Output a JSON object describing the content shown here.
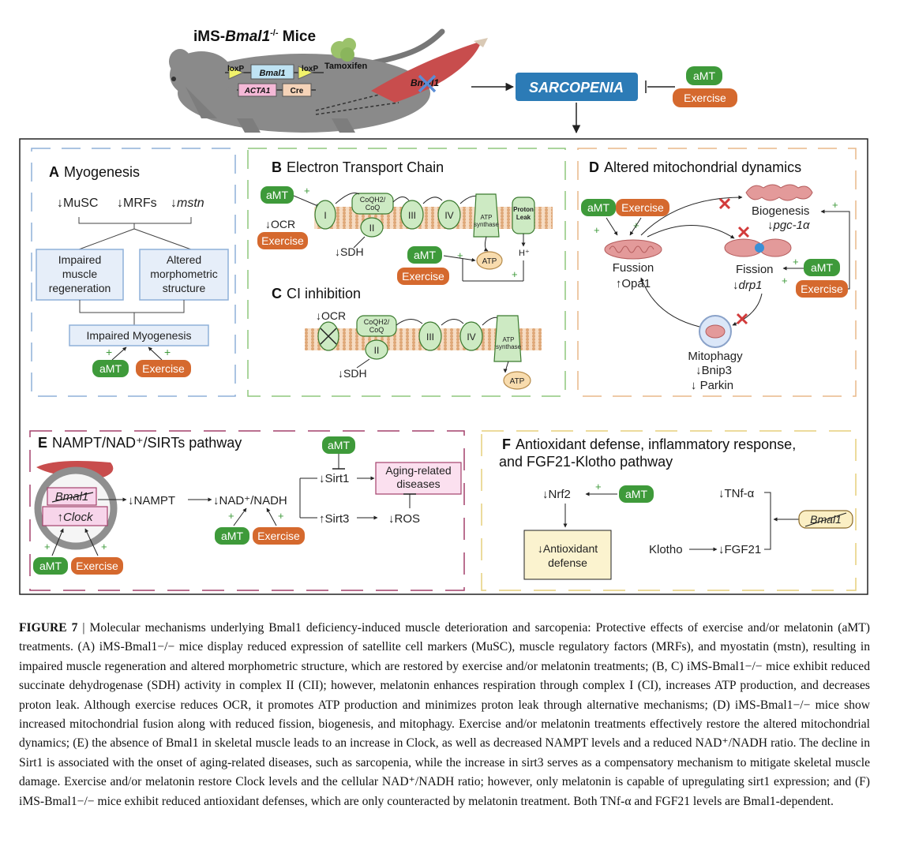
{
  "top": {
    "title_prefix": "iMS-",
    "title_gene": "Bmal1",
    "title_sup": "-/-",
    "title_suffix": " Mice",
    "loxp_left": "loxP",
    "bmal1_label": "Bmal1",
    "loxp_right": "loxP",
    "acta1": "ACTA1",
    "cre": "Cre",
    "tamoxifen": "Tamoxifen",
    "muscle_gene": "Bmal1",
    "sarcopenia": "SARCOPENIA",
    "amt": "aMT",
    "exercise": "Exercise"
  },
  "panelA": {
    "letter": "A",
    "title": "Myogenesis",
    "musc": "↓MuSC",
    "mrfs": "↓MRFs",
    "mstn": "↓mstn",
    "impaired_regen": "Impaired muscle regeneration",
    "impaired_regen_lines": [
      "Impaired",
      "muscle",
      "regeneration"
    ],
    "altered_lines": [
      "Altered",
      "morphometric",
      "structure"
    ],
    "impaired_myo": "Impaired Myogenesis",
    "amt": "aMT",
    "exercise": "Exercise",
    "plus": "+"
  },
  "panelB": {
    "letter": "B",
    "title": "Electron Transport Chain",
    "amt": "aMT",
    "exercise": "Exercise",
    "ocr": "↓OCR",
    "sdh": "↓SDH",
    "c1": "I",
    "c2": "II",
    "c3": "III",
    "c4": "IV",
    "coq": [
      "CoQH2/",
      "CoQ"
    ],
    "atp_synthase": [
      "ATP",
      "synthase"
    ],
    "proton_leak": [
      "Proton",
      "Leak"
    ],
    "hplus": "H⁺",
    "atp": "ATP",
    "plus": "+"
  },
  "panelC": {
    "letter": "C",
    "title": "CI inhibition",
    "ocr": "↓OCR",
    "sdh": "↓SDH",
    "atp": "ATP"
  },
  "panelD": {
    "letter": "D",
    "title": "Altered mitochondrial dynamics",
    "amt": "aMT",
    "exercise": "Exercise",
    "biogenesis": "Biogenesis",
    "pgc": "↓pgc-1α",
    "fussion": "Fussion",
    "opa1": "↑Opa1",
    "fission": "Fission",
    "drp1": "↓drp1",
    "mitophagy": "Mitophagy",
    "bnip3": "↓Bnip3",
    "parkin": "↓ Parkin",
    "plus": "+"
  },
  "panelE": {
    "letter": "E",
    "title": "NAMPT/NAD⁺/SIRTs pathway",
    "bmal1": "Bmal1",
    "clock": "↑Clock",
    "nampt": "↓NAMPT",
    "nad": "↓NAD⁺/NADH",
    "sirt1": "↓Sirt1",
    "sirt3": "↑Sirt3",
    "aging": [
      "Aging-related",
      "diseases"
    ],
    "ros": "↓ROS",
    "amt": "aMT",
    "exercise": "Exercise",
    "plus": "+"
  },
  "panelF": {
    "letter": "F",
    "title_line1": "Antioxidant defense, inflammatory response,",
    "title_line2": "and FGF21-Klotho pathway",
    "nrf2": "↓Nrf2",
    "amt": "aMT",
    "antioxidant": [
      "↓Antioxidant",
      "defense"
    ],
    "tnf": "↓TNf-α",
    "bmal1": "Bmal1",
    "klotho": "Klotho",
    "fgf21": "↓FGF21",
    "plus": "+"
  },
  "caption": {
    "label": "FIGURE 7",
    "sep": " | ",
    "text": "Molecular mechanisms underlying Bmal1 deficiency-induced muscle deterioration and sarcopenia: Protective effects of exercise and/or melatonin (aMT) treatments. (A) iMS-Bmal1−/− mice display reduced expression of satellite cell markers (MuSC), muscle regulatory factors (MRFs), and myostatin (mstn), resulting in impaired muscle regeneration and altered morphometric structure, which are restored by exercise and/or melatonin treatments; (B, C) iMS-Bmal1−/− mice exhibit reduced succinate dehydrogenase (SDH) activity in complex II (CII); however, melatonin enhances respiration through complex I (CI), increases ATP production, and decreases proton leak. Although exercise reduces OCR, it promotes ATP production and minimizes proton leak through alternative mechanisms; (D) iMS-Bmal1−/− mice show increased mitochondrial fusion along with reduced fission, biogenesis, and mitophagy. Exercise and/or melatonin treatments effectively restore the altered mitochondrial dynamics; (E) the absence of Bmal1 in skeletal muscle leads to an increase in Clock, as well as decreased NAMPT levels and a reduced NAD⁺/NADH ratio. The decline in Sirt1 is associated with the onset of aging-related diseases, such as sarcopenia, while the increase in sirt3 serves as a compensatory mechanism to mitigate skeletal muscle damage. Exercise and/or melatonin restore Clock levels and the cellular NAD⁺/NADH ratio; however, only melatonin is capable of upregulating sirt1 expression; and (F) iMS-Bmal1−/− mice exhibit reduced antioxidant defenses, which are only counteracted by melatonin treatment. Both TNf-α and FGF21 levels are Bmal1-dependent."
  },
  "colors": {
    "amt_green": "#3e9a3a",
    "exercise_orange": "#d5692e",
    "sarcopenia_blue": "#2c7bb6",
    "panel_blue": "#8fb0d9",
    "panel_green": "#8fc77d",
    "panel_orange": "#e8b98a",
    "panel_maroon": "#a4416b",
    "panel_yellow": "#e6cf7c",
    "membrane": "#e3b48a",
    "complex_green": "#cdeac3",
    "inhibit_red": "#d23b3b"
  }
}
